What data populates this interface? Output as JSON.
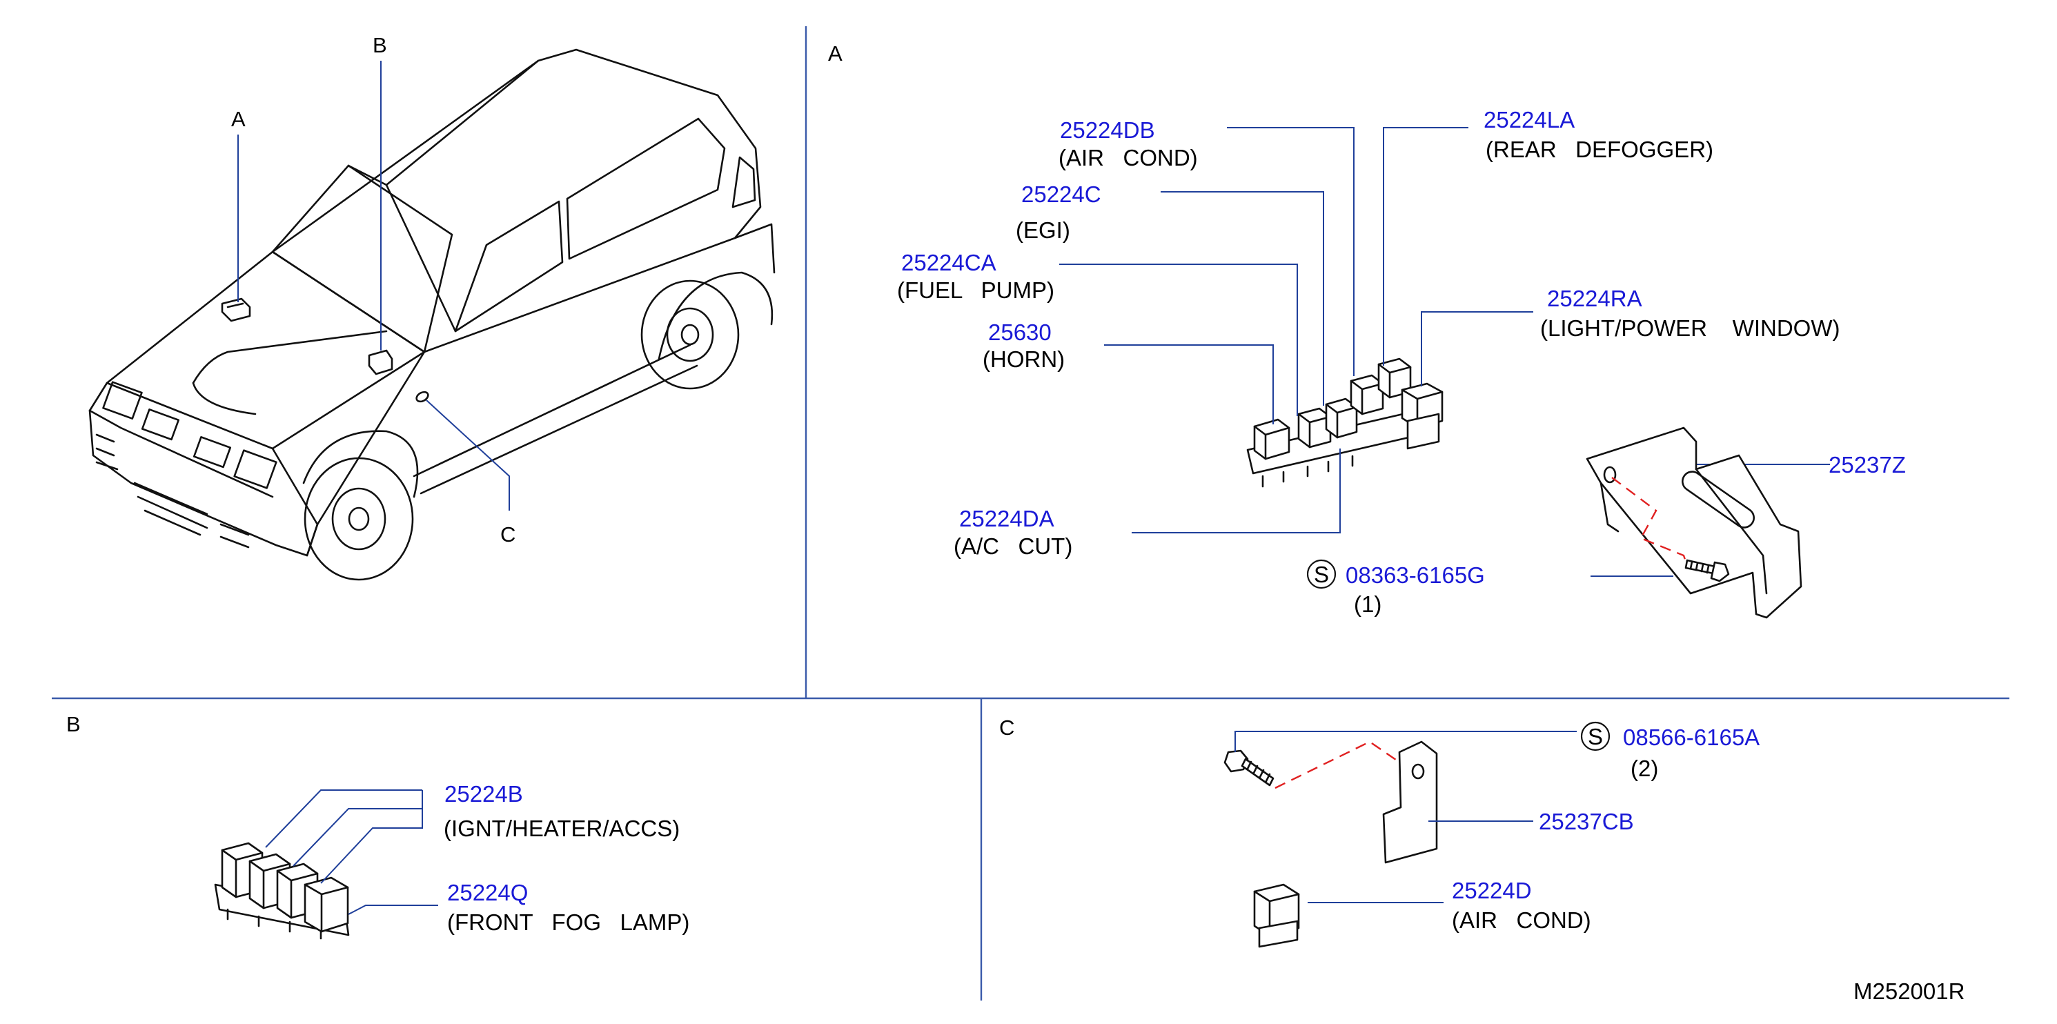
{
  "sections": {
    "A": "A",
    "B": "B",
    "C": "C"
  },
  "car_callouts": {
    "a": "A",
    "b": "B",
    "c": "C"
  },
  "section_a": {
    "p1_num": "25224DB",
    "p1_desc": "(AIR   COND)",
    "p2_num": "25224C",
    "p2_desc": "(EGI)",
    "p3_num": "25224CA",
    "p3_desc": "(FUEL   PUMP)",
    "p4_num": "25630",
    "p4_desc": "(HORN)",
    "p5_num": "25224LA",
    "p5_desc": "(REAR   DEFOGGER)",
    "p6_num": "25224RA",
    "p6_desc": "(LIGHT/POWER    WINDOW)",
    "p7_num": "25237Z",
    "p8_num": "25224DA",
    "p8_desc": "(A/C   CUT)",
    "bolt_symbol": "S",
    "bolt_num": "08363-6165G",
    "bolt_qty": "(1)"
  },
  "section_b": {
    "p1_num": "25224B",
    "p1_desc": "(IGNT/HEATER/ACCS)",
    "p2_num": "25224Q",
    "p2_desc": "(FRONT   FOG   LAMP)"
  },
  "section_c": {
    "bolt_symbol": "S",
    "bolt_num": "08566-6165A",
    "bolt_qty": "(2)",
    "p1_num": "25237CB",
    "p2_num": "25224D",
    "p2_desc": "(AIR   COND)"
  },
  "diagram_code": "M252001R"
}
